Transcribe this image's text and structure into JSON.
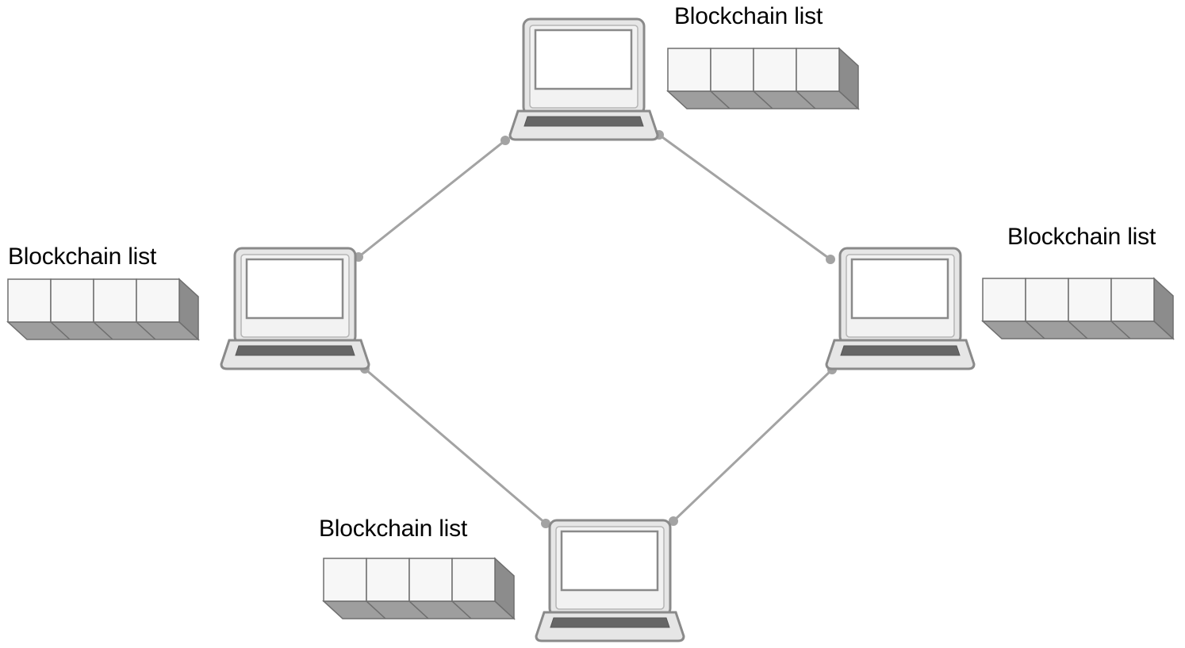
{
  "diagram": {
    "title": "",
    "nodes": [
      {
        "id": "top",
        "kind": "laptop",
        "label": "Blockchain list",
        "blocks": 4
      },
      {
        "id": "left",
        "kind": "laptop",
        "label": "Blockchain list",
        "blocks": 4
      },
      {
        "id": "right",
        "kind": "laptop",
        "label": "Blockchain list",
        "blocks": 4
      },
      {
        "id": "bottom",
        "kind": "laptop",
        "label": "Blockchain list",
        "blocks": 4
      }
    ],
    "edges": [
      {
        "from": "top",
        "to": "left"
      },
      {
        "from": "top",
        "to": "right"
      },
      {
        "from": "left",
        "to": "bottom"
      },
      {
        "from": "right",
        "to": "bottom"
      }
    ]
  },
  "colors": {
    "background": "#ffffff",
    "laptop_outline": "#8a8a8a",
    "laptop_body": "#e6e6e6",
    "screen": "#ffffff",
    "keyboard": "#666666",
    "connector": "#a3a3a3",
    "block_face": "#f7f7f7",
    "block_side": "#8c8c8c",
    "block_bottom": "#9e9e9e",
    "block_edge": "#6e6e6e"
  }
}
